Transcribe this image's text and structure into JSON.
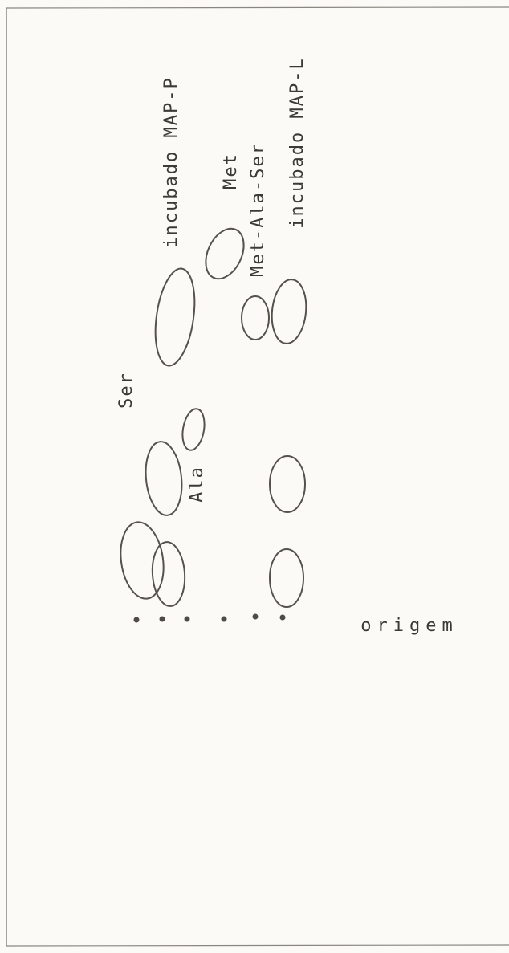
{
  "labels": {
    "incubado_map_p": "incubado MAP-P",
    "met": "Met",
    "met_ala_ser": "Met-Ala-Ser",
    "incubado_map_l": "incubado MAP-L",
    "ser": "Ser",
    "ala": "Ala",
    "origem": "origem"
  },
  "colors": {
    "ink": "#55524c",
    "paper": "#fbfaf7",
    "border": "#8a8780"
  }
}
